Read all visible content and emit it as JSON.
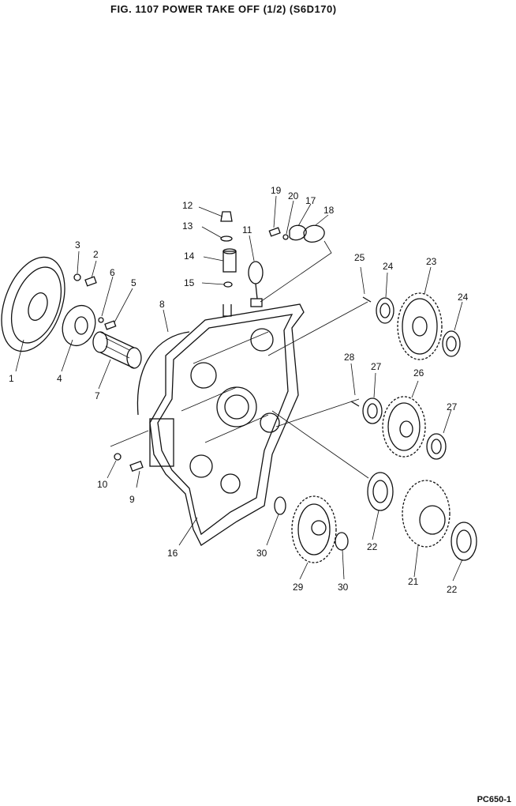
{
  "title": "FIG. 1107   POWER TAKE OFF (1/2) (S6D170)",
  "page_code": "PC650-1",
  "callouts": [
    {
      "id": "c1",
      "text": "1"
    },
    {
      "id": "c2",
      "text": "2"
    },
    {
      "id": "c3",
      "text": "3"
    },
    {
      "id": "c4",
      "text": "4"
    },
    {
      "id": "c5",
      "text": "5"
    },
    {
      "id": "c6",
      "text": "6"
    },
    {
      "id": "c7",
      "text": "7"
    },
    {
      "id": "c8",
      "text": "8"
    },
    {
      "id": "c9",
      "text": "9"
    },
    {
      "id": "c10",
      "text": "10"
    },
    {
      "id": "c11",
      "text": "11"
    },
    {
      "id": "c12",
      "text": "12"
    },
    {
      "id": "c13",
      "text": "13"
    },
    {
      "id": "c14",
      "text": "14"
    },
    {
      "id": "c15",
      "text": "15"
    },
    {
      "id": "c16",
      "text": "16"
    },
    {
      "id": "c17",
      "text": "17"
    },
    {
      "id": "c18",
      "text": "18"
    },
    {
      "id": "c19",
      "text": "19"
    },
    {
      "id": "c20",
      "text": "20"
    },
    {
      "id": "c21",
      "text": "21"
    },
    {
      "id": "c22a",
      "text": "22"
    },
    {
      "id": "c22b",
      "text": "22"
    },
    {
      "id": "c23",
      "text": "23"
    },
    {
      "id": "c24a",
      "text": "24"
    },
    {
      "id": "c24b",
      "text": "24"
    },
    {
      "id": "c25",
      "text": "25"
    },
    {
      "id": "c26",
      "text": "26"
    },
    {
      "id": "c27a",
      "text": "27"
    },
    {
      "id": "c27b",
      "text": "27"
    },
    {
      "id": "c28",
      "text": "28"
    },
    {
      "id": "c29",
      "text": "29"
    },
    {
      "id": "c30a",
      "text": "30"
    },
    {
      "id": "c30b",
      "text": "30"
    }
  ]
}
